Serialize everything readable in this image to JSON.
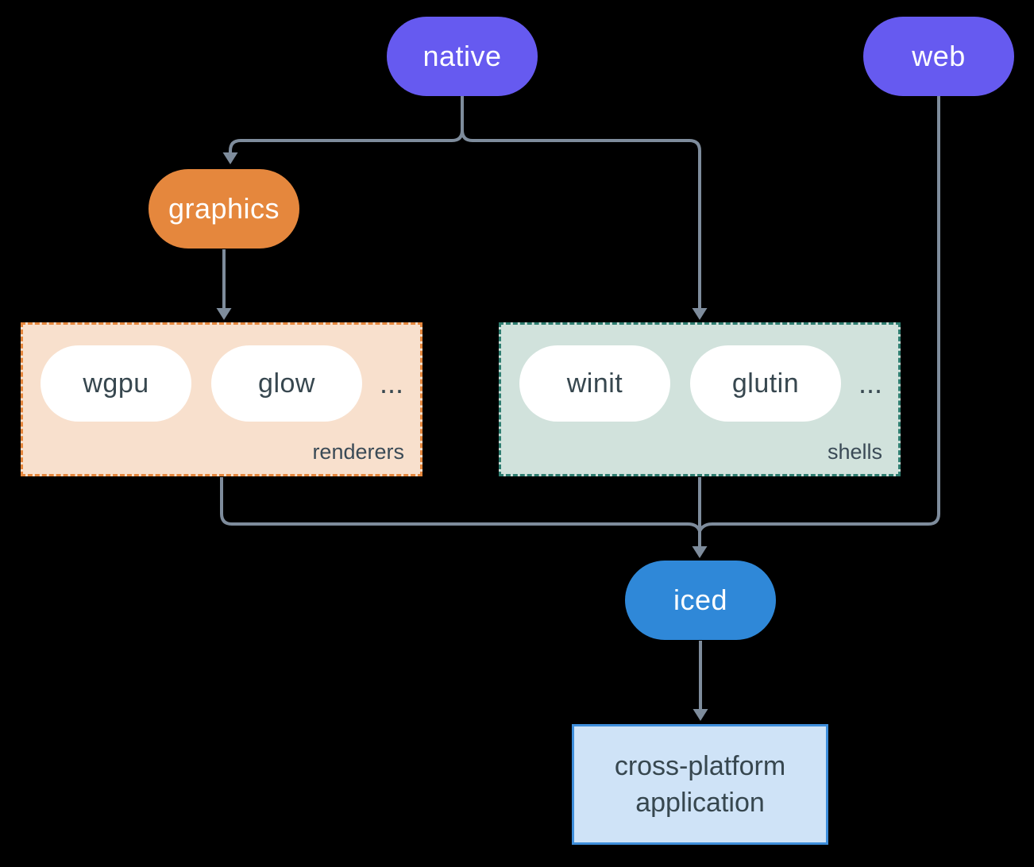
{
  "canvas": {
    "background": "#000000",
    "line_color": "#7e8c9c"
  },
  "nodes": {
    "native": {
      "label": "native",
      "color": "#665af0",
      "text_color": "#ffffff"
    },
    "web": {
      "label": "web",
      "color": "#665af0",
      "text_color": "#ffffff"
    },
    "graphics": {
      "label": "graphics",
      "color": "#e5873d",
      "text_color": "#ffffff"
    },
    "iced": {
      "label": "iced",
      "color": "#2f88d8",
      "text_color": "#ffffff"
    },
    "application": {
      "line1": "cross-platform",
      "line2": "application",
      "fill": "#cfe3f7",
      "border": "#3e8edb",
      "text_color": "#37474f"
    }
  },
  "groups": {
    "renderers": {
      "label": "renderers",
      "fill": "#f8e0cd",
      "border": "#e5873d",
      "items": [
        "wgpu",
        "glow"
      ],
      "ellipsis": "..."
    },
    "shells": {
      "label": "shells",
      "fill": "#d1e2dc",
      "border": "#2e7d70",
      "items": [
        "winit",
        "glutin"
      ],
      "ellipsis": "..."
    }
  },
  "edges": [
    {
      "from": "native",
      "to": "graphics"
    },
    {
      "from": "native",
      "to": "shells"
    },
    {
      "from": "graphics",
      "to": "renderers"
    },
    {
      "from": "renderers",
      "to": "iced"
    },
    {
      "from": "shells",
      "to": "iced"
    },
    {
      "from": "web",
      "to": "iced"
    },
    {
      "from": "iced",
      "to": "application"
    }
  ]
}
